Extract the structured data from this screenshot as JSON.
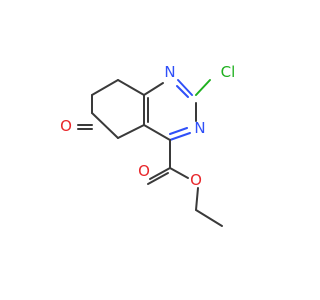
{
  "molecule": {
    "atoms": {
      "n1": {
        "symbol": "N",
        "color": "#3050f8"
      },
      "n3": {
        "symbol": "N",
        "color": "#3050f8"
      },
      "cl": {
        "symbol": "Cl",
        "color": "#1fb01f"
      },
      "o_ketone": {
        "symbol": "O",
        "color": "#e8262a"
      },
      "o_carbonyl": {
        "symbol": "O",
        "color": "#e8262a"
      },
      "o_ester": {
        "symbol": "O",
        "color": "#e8262a"
      }
    }
  }
}
